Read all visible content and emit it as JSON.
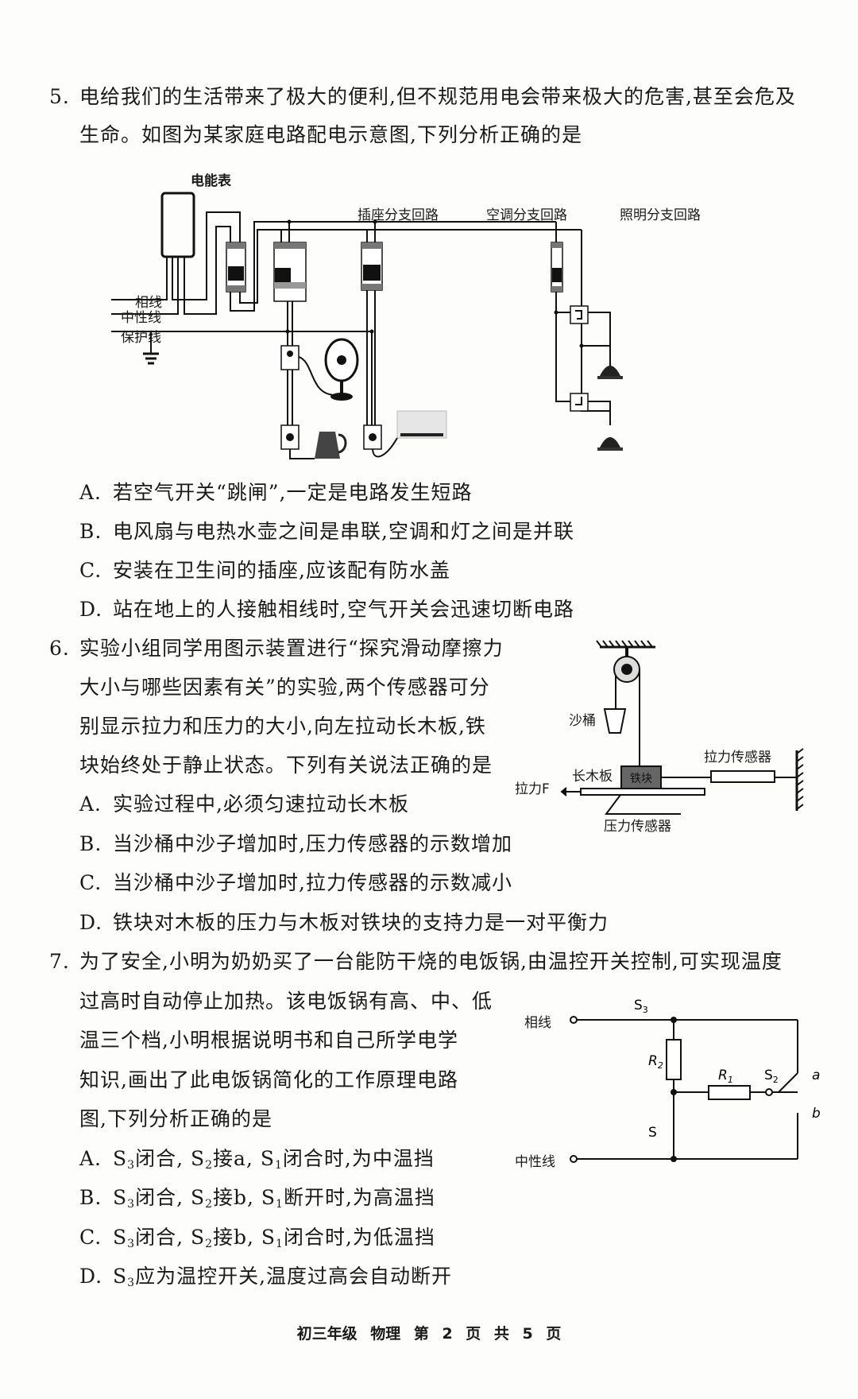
{
  "questions": [
    {
      "number": "5.",
      "stem_lines": [
        "电给我们的生活带来了极大的便利,但不规范用电会带来极大的危害,甚至会危及",
        "生命。如图为某家庭电路配电示意图,下列分析正确的是"
      ],
      "figure": {
        "meter_label": "电能表",
        "branch_labels": [
          "插座分支回路",
          "空调分支回路",
          "照明分支回路"
        ],
        "wire_labels": [
          "相线",
          "中性线",
          "保护线"
        ]
      },
      "options": [
        {
          "letter": "A.",
          "text": "若空气开关“跳闸”,一定是电路发生短路"
        },
        {
          "letter": "B.",
          "text": "电风扇与电热水壶之间是串联,空调和灯之间是并联"
        },
        {
          "letter": "C.",
          "text": "安装在卫生间的插座,应该配有防水盖"
        },
        {
          "letter": "D.",
          "text": "站在地上的人接触相线时,空气开关会迅速切断电路"
        }
      ]
    },
    {
      "number": "6.",
      "stem_lines": [
        "实验小组同学用图示装置进行“探究滑动摩擦力",
        "大小与哪些因素有关”的实验,两个传感器可分",
        "别显示拉力和压力的大小,向左拉动长木板,铁",
        "块始终处于静止状态。下列有关说法正确的是"
      ],
      "figure": {
        "bucket_label": "沙桶",
        "pull_sensor_label": "拉力传感器",
        "board_label": "长木板",
        "block_label": "铁块",
        "force_label": "拉力F",
        "pressure_sensor_label": "压力传感器"
      },
      "options": [
        {
          "letter": "A.",
          "text": "实验过程中,必须匀速拉动长木板"
        },
        {
          "letter": "B.",
          "text": "当沙桶中沙子增加时,压力传感器的示数增加"
        },
        {
          "letter": "C.",
          "text": "当沙桶中沙子增加时,拉力传感器的示数减小"
        },
        {
          "letter": "D.",
          "text": "铁块对木板的压力与木板对铁块的支持力是一对平衡力"
        }
      ]
    },
    {
      "number": "7.",
      "stem_lines": [
        "为了安全,小明为奶奶买了一台能防干烧的电饭锅,由温控开关控制,可实现温度",
        "过高时自动停止加热。该电饭锅有高、中、低",
        "温三个档,小明根据说明书和自己所学电学",
        "知识,画出了此电饭锅简化的工作原理电路",
        "图,下列分析正确的是"
      ],
      "figure": {
        "live_label": "相线",
        "neutral_label": "中性线",
        "s3": "S3",
        "r2": "R2",
        "r1": "R1",
        "s2": "S2",
        "s": "S",
        "a": "a",
        "b": "b"
      },
      "options": [
        {
          "letter": "A.",
          "text": "S3闭合, S2接a, S1闭合时,为中温挡"
        },
        {
          "letter": "B.",
          "text": "S3闭合, S2接b, S1断开时,为高温挡"
        },
        {
          "letter": "C.",
          "text": "S3闭合, S2接b, S1闭合时,为低温挡"
        },
        {
          "letter": "D.",
          "text": "S3应为温控开关,温度过高会自动断开"
        }
      ]
    }
  ],
  "footer": "初三年级  物理  第 2 页  共 5 页"
}
